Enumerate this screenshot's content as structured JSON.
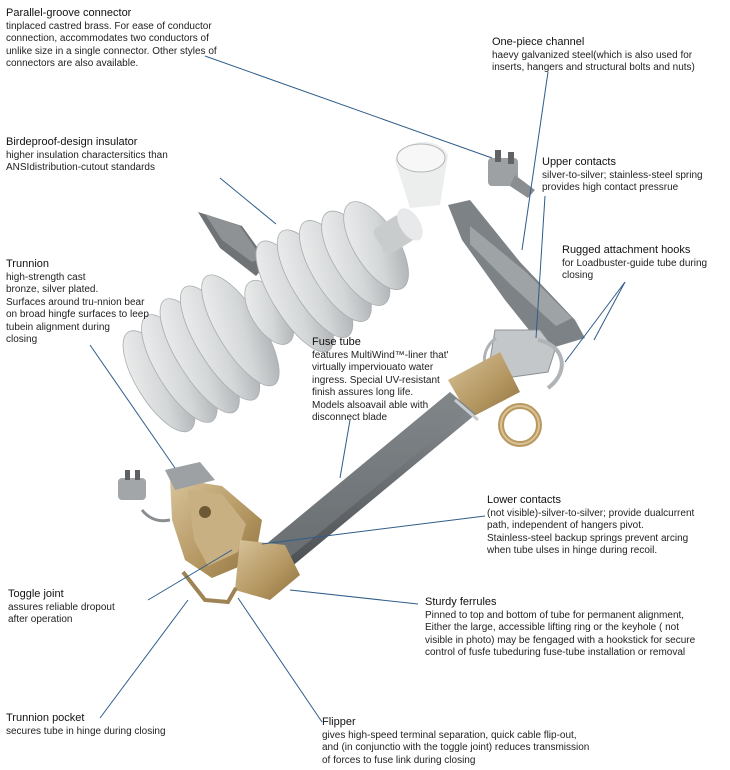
{
  "labels": {
    "parallel_groove": {
      "title": "Parallel-groove connector",
      "desc": "tinplaced castred brass. For ease of conductor\nconnection, accommodates two conductors of\nunlike size in a single connector. Other styles of\nconnectors are also available."
    },
    "one_piece_channel": {
      "title": "One-piece channel",
      "desc": "haevy galvanized steel(which is also used for\ninserts, hangers and structural bolts and nuts)"
    },
    "birdproof": {
      "title": "Birdeproof-design insulator",
      "desc": "higher insulation charactersitics than\nANSIdistribution-cutout standards"
    },
    "upper_contacts": {
      "title": "Upper contacts",
      "desc": "silver-to-silver; stainless-steel spring\nprovides high contact pressrue"
    },
    "rugged_hooks": {
      "title": "Rugged attachment hooks",
      "desc": "for Loadbuster-guide tube during\nclosing"
    },
    "trunnion": {
      "title": "Trunnion",
      "desc": "high-strength cast\nbronze, silver plated.\nSurfaces around tru-nnion bear\non broad hingfe surfaces to leep\ntubein alignment during\nclosing"
    },
    "fuse_tube": {
      "title": "Fuse tube",
      "desc": "features MultiWind™-liner that'\nvirtually imperviouato water\ningress. Special UV-resistant\nfinish assures long life.\nModels alsoavail able with\ndisconnect blade"
    },
    "lower_contacts": {
      "title": "Lower contacts",
      "desc": "(not visible)-silver-to-silver; provide dualcurrent\npath, independent of hangers pivot.\nStainless-steel backup springs prevent arcing\nwhen tube ulses in hinge during recoil."
    },
    "toggle_joint": {
      "title": "Toggle joint",
      "desc": "assures reliable dropout\nafter operation"
    },
    "sturdy_ferrules": {
      "title": "Sturdy ferrules",
      "desc": "Pinned to top and bottom of tube for permanent alignment,\nEither the large, accessible lifting ring or the keyhole ( not\nvisible in photo) may be fengaged with a hookstick for secure\ncontrol of fusfe tubeduring fuse-tube installation or removal"
    },
    "trunnion_pocket": {
      "title": "Trunnion pocket",
      "desc": "secures tube in hinge during closing"
    },
    "flipper": {
      "title": "Flipper",
      "desc": "gives high-speed terminal separation, quick cable flip-out,\nand (in conjunctio with the toggle joint) reduces transmission\nof forces to fuse link during closing"
    }
  },
  "colors": {
    "leader": "#2f5d8a",
    "porcelain": "#d8dadb",
    "porcelain_shade": "#9fa3a6",
    "brass": "#b89a6a",
    "tube": "#6f7478",
    "steel": "#8a8f93"
  }
}
